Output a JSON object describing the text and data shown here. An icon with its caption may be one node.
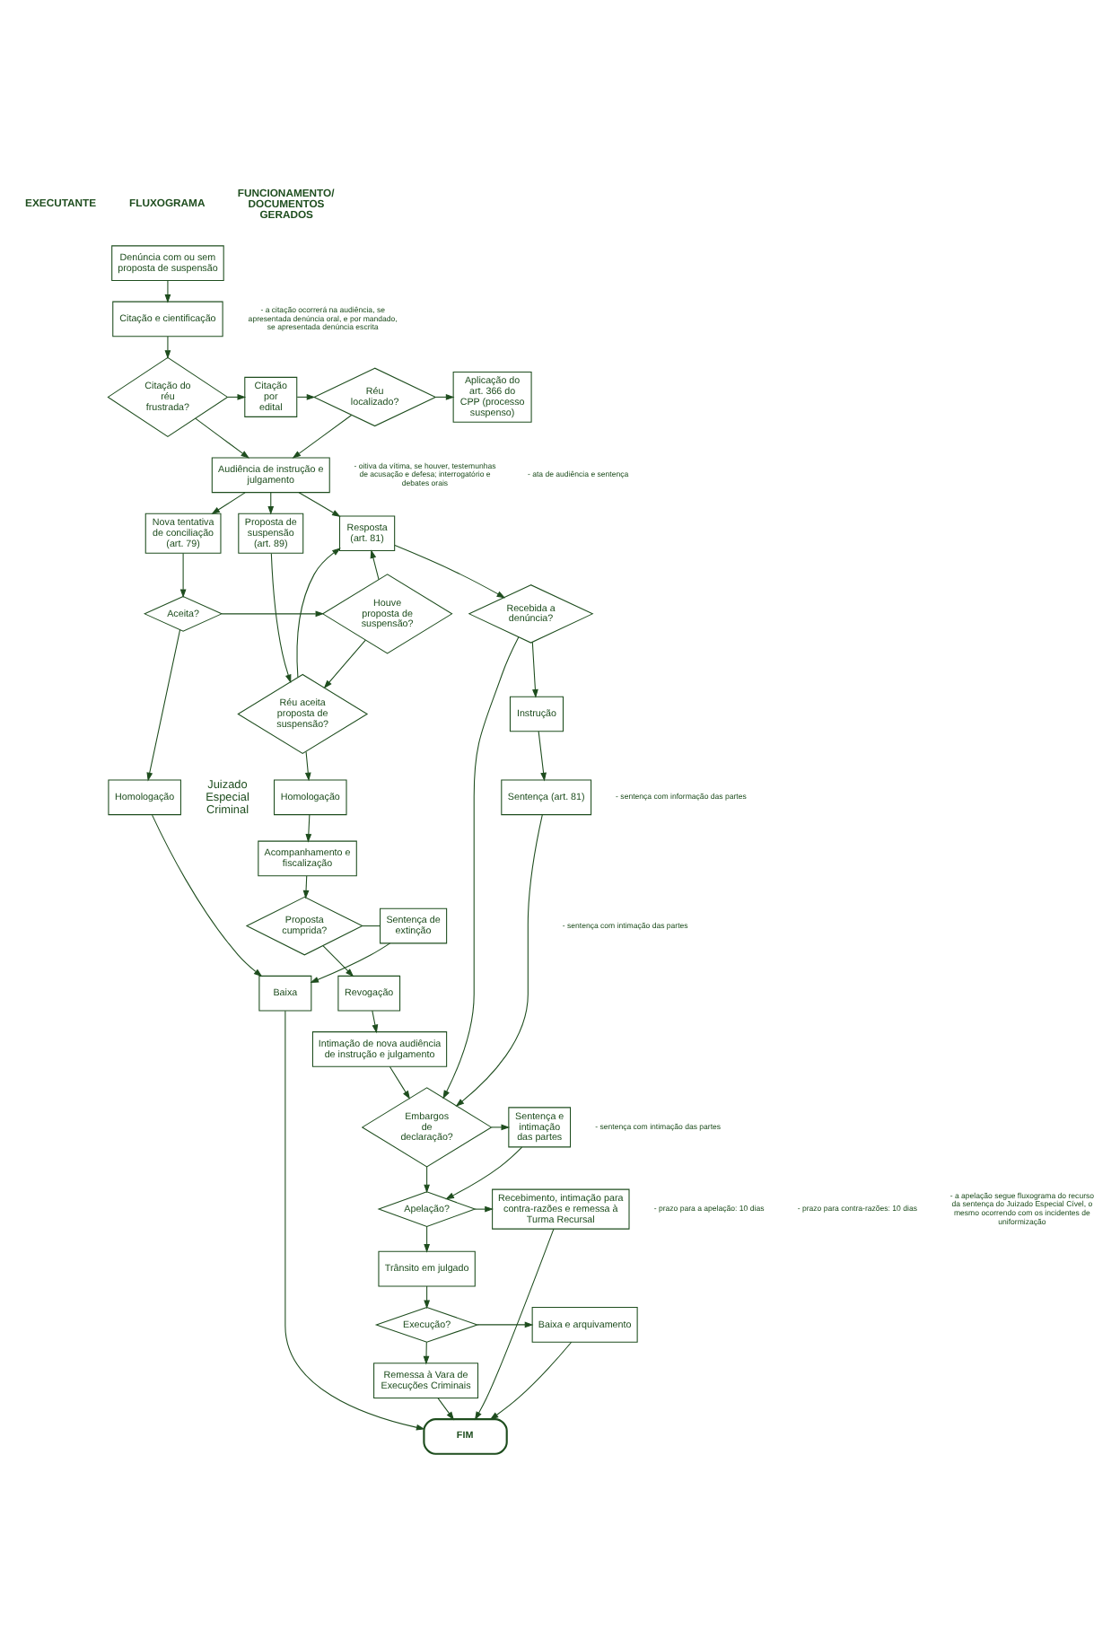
{
  "diagram": {
    "nodes": [
      {
        "text": [
          "Denúncia com ou sem proposta de suspensão"
        ]
      },
      {
        "text": [
          "Citação e cientificação"
        ]
      },
      {
        "text": [
          "Citação do réu frustrada?"
        ]
      },
      {
        "text": [
          "Citação por edital"
        ]
      },
      {
        "text": [
          "Réu localizado?"
        ]
      },
      {
        "text": [
          "Aplicação do art. 366 do CPP (processo suspenso)"
        ]
      },
      {
        "text": [
          "Audiência de instrução e julgamento"
        ]
      },
      {
        "text": [
          "Nova tentativa de conciliação (art. 79)"
        ]
      },
      {
        "text": [
          "Proposta de suspensão (art. 89)"
        ]
      },
      {
        "text": [
          "Resposta (art. 81)"
        ]
      },
      {
        "text": [
          "Aceita?"
        ]
      },
      {
        "text": [
          "Houve proposta de suspensão?"
        ]
      },
      {
        "text": [
          "Réu aceita proposta de suspensão?"
        ]
      },
      {
        "text": [
          "Recebida a denúncia?"
        ]
      },
      {
        "text": [
          "Instrução"
        ]
      },
      {
        "text": [
          "Homologação"
        ]
      },
      {
        "text": [
          "Homologação"
        ]
      },
      {
        "text": [
          "Sentença (art. 81)"
        ]
      },
      {
        "text": [
          "Acompanhamento e fiscalização"
        ]
      },
      {
        "text": [
          "Sentença de extinção"
        ]
      },
      {
        "text": [
          "Proposta cumprida?"
        ]
      },
      {
        "text": [
          "Baixa"
        ]
      },
      {
        "text": [
          "Revogação"
        ]
      },
      {
        "text": [
          "Intimação de nova audiência de instrução e julgamento"
        ]
      },
      {
        "text": [
          "Sentença e intimação das partes"
        ]
      },
      {
        "text": [
          "Embargos de declaração?"
        ]
      },
      {
        "text": [
          "Apelação?"
        ]
      },
      {
        "text": [
          "Recebimento, intimação para contra-razões e remessa à Turma Recursal"
        ]
      },
      {
        "text": [
          "Trânsito em julgado"
        ]
      },
      {
        "text": [
          "Execução?"
        ]
      },
      {
        "text": [
          "Baixa e arquivamento"
        ]
      },
      {
        "text": [
          "Remessa à Vara de Execuções Criminais"
        ]
      },
      {
        "text": [
          "FIM"
        ]
      }
    ],
    "edges": [
      {
        "from": 0,
        "to": 1,
        "arrow": "to"
      },
      {
        "from": 1,
        "to": 2,
        "arrow": "to"
      },
      {
        "from": 2,
        "to": 3,
        "arrow": "to"
      },
      {
        "from": 3,
        "to": 4,
        "arrow": "to"
      },
      {
        "from": 4,
        "to": 5,
        "arrow": "to"
      },
      {
        "from": 2,
        "to": 6,
        "arrow": "to"
      },
      {
        "from": 4,
        "to": 6,
        "arrow": "to"
      },
      {
        "from": 6,
        "to": 7,
        "arrow": "to"
      },
      {
        "from": 6,
        "to": 8,
        "arrow": "to"
      },
      {
        "from": 6,
        "to": 9,
        "arrow": "to"
      },
      {
        "from": 7,
        "to": 10,
        "arrow": "to"
      },
      {
        "from": 10,
        "to": 11,
        "arrow": "to"
      },
      {
        "from": 10,
        "to": 15,
        "arrow": "to"
      },
      {
        "from": 8,
        "to": 12,
        "arrow": "to"
      },
      {
        "from": 11,
        "to": 12,
        "arrow": "to"
      },
      {
        "from": 11,
        "to": 9,
        "arrow": "to"
      },
      {
        "from": 12,
        "to": 9,
        "arrow": "to"
      },
      {
        "from": 9,
        "to": 13,
        "arrow": "to"
      },
      {
        "from": 13,
        "to": 14,
        "arrow": "to"
      },
      {
        "from": 14,
        "to": 17,
        "arrow": "to"
      },
      {
        "from": 12,
        "to": 16,
        "arrow": "to"
      },
      {
        "from": 16,
        "to": 18,
        "arrow": "to"
      },
      {
        "from": 18,
        "to": 20,
        "arrow": "to"
      },
      {
        "from": 20,
        "to": 19,
        "arrow": "none"
      },
      {
        "from": 19,
        "to": 21,
        "arrow": "to"
      },
      {
        "from": 15,
        "to": 21,
        "arrow": "to"
      },
      {
        "from": 20,
        "to": 22,
        "arrow": "to"
      },
      {
        "from": 22,
        "to": 23,
        "arrow": "to"
      },
      {
        "from": 13,
        "to": 25,
        "arrow": "to"
      },
      {
        "from": 17,
        "to": 25,
        "arrow": "to"
      },
      {
        "from": 23,
        "to": 25,
        "arrow": "to"
      },
      {
        "from": 25,
        "to": 24,
        "arrow": "to"
      },
      {
        "from": 25,
        "to": 26,
        "arrow": "to"
      },
      {
        "from": 24,
        "to": 26,
        "arrow": "to"
      },
      {
        "from": 26,
        "to": 27,
        "arrow": "to"
      },
      {
        "from": 26,
        "to": 28,
        "arrow": "to"
      },
      {
        "from": 28,
        "to": 29,
        "arrow": "to"
      },
      {
        "from": 29,
        "to": 30,
        "arrow": "to"
      },
      {
        "from": 29,
        "to": 31,
        "arrow": "to"
      },
      {
        "from": 31,
        "to": 32,
        "arrow": "to"
      },
      {
        "from": 21,
        "to": 32,
        "arrow": "to"
      },
      {
        "from": 30,
        "to": 32,
        "arrow": "to"
      },
      {
        "from": 27,
        "to": 32,
        "arrow": "to"
      }
    ],
    "labels": [
      "EXECUTANTE",
      "FLUXOGRAMA",
      "FUNCIONAMENTO/ DOCUMENTOS GERADOS",
      "Juizado Especial Criminal",
      "- a citação ocorrerá na audiência, se apresentada denúncia oral, e por mandado, se apresentada denúncia escrita",
      "- oitiva da vítima, se houver, testemunhas de acusação e defesa; interrogatório e debates orais",
      "- ata de audiência e sentença",
      "- sentença com informação das partes",
      "- sentença com intimação das partes",
      "- sentença com intimação das partes",
      "- prazo para a apelação: 10 dias",
      "- prazo para contra-razões: 10 dias",
      "- a apelação segue fluxograma do recurso da sentença do Juizado Especial Cível, o mesmo ocorrendo com os incidentes de uniformização"
    ]
  }
}
